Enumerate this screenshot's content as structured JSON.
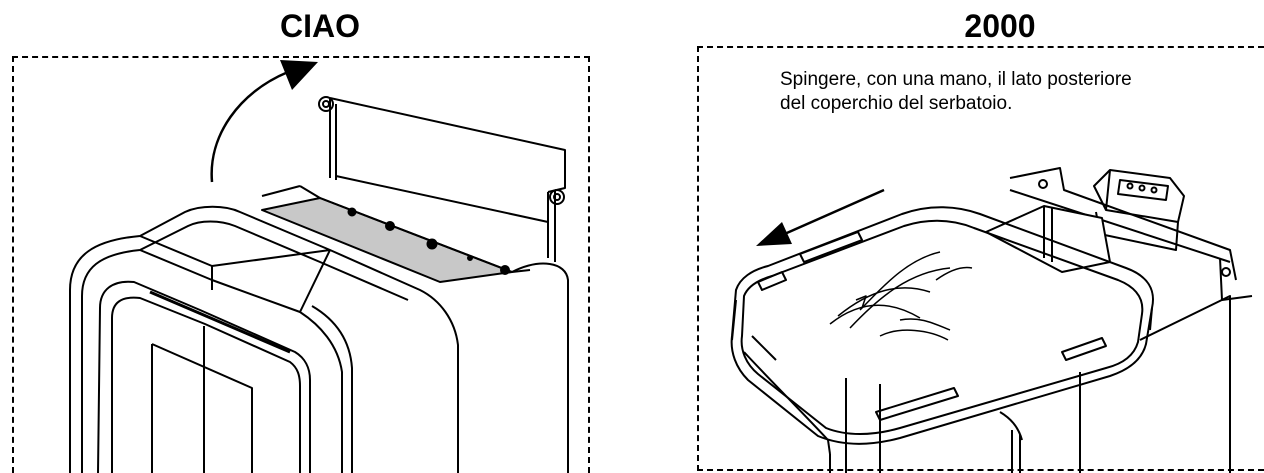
{
  "panels": {
    "left": {
      "title": "CIAO"
    },
    "right": {
      "title": "2000",
      "caption_line1": "Spingere, con una mano, il lato posteriore",
      "caption_line2": "del coperchio del serbatoio."
    }
  },
  "colors": {
    "line": "#000000",
    "tank_interior": "#c8c8c8",
    "background": "#ffffff"
  },
  "icons": [
    "curved-arrow-icon",
    "straight-arrow-icon"
  ]
}
